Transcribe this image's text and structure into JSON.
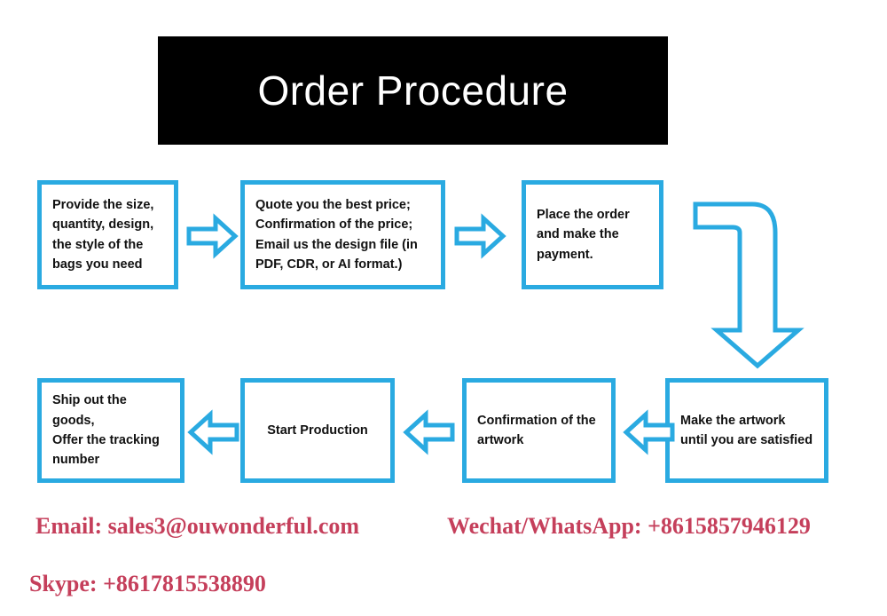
{
  "title": {
    "text": "Order Procedure"
  },
  "colors": {
    "box_border": "#2aaae1",
    "arrow_outline": "#2aaae1",
    "banner_background": "#000000",
    "banner_text": "#ffffff",
    "contact_text": "#c53f5b",
    "box_text": "#111111"
  },
  "flow": {
    "row1": [
      {
        "id": "provide",
        "text": "Provide the size,\nquantity, design,\nthe style of the\nbags you need",
        "align": "left"
      },
      {
        "id": "quote",
        "text": "Quote you the best price;\nConfirmation of the price;\nEmail us the design file (in\nPDF, CDR, or AI format.)",
        "align": "left"
      },
      {
        "id": "place-order",
        "text": "Place the order\nand make the\npayment.",
        "align": "left"
      }
    ],
    "row2": [
      {
        "id": "ship",
        "text": "Ship out the goods,\nOffer the tracking\nnumber",
        "align": "left"
      },
      {
        "id": "start-production",
        "text": "Start Production",
        "align": "center"
      },
      {
        "id": "confirm-artwork",
        "text": "Confirmation of the\nartwork",
        "align": "left"
      },
      {
        "id": "make-artwork",
        "text": "Make the artwork\nuntil you are satisfied",
        "align": "left"
      }
    ],
    "connectors": [
      {
        "id": "arrow-1",
        "direction": "right",
        "from": "provide",
        "to": "quote"
      },
      {
        "id": "arrow-2",
        "direction": "right",
        "from": "quote",
        "to": "place-order"
      },
      {
        "id": "arrow-elbow",
        "direction": "down",
        "from": "place-order",
        "to": "make-artwork"
      },
      {
        "id": "arrow-5",
        "direction": "left",
        "from": "make-artwork",
        "to": "confirm-artwork"
      },
      {
        "id": "arrow-4",
        "direction": "left",
        "from": "confirm-artwork",
        "to": "start-production"
      },
      {
        "id": "arrow-3",
        "direction": "left",
        "from": "start-production",
        "to": "ship"
      }
    ]
  },
  "contacts": {
    "email": "Email: sales3@ouwonderful.com",
    "wechat_whatsapp": "Wechat/WhatsApp: +8615857946129",
    "skype": "Skype: +8617815538890"
  }
}
